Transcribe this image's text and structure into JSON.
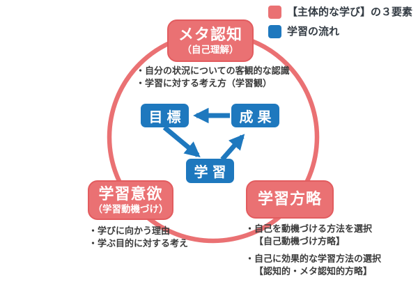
{
  "colors": {
    "red": "#EA7173",
    "redBorder": "#E25C5F",
    "blue": "#1E78BE",
    "ink": "#333B43",
    "note": "#3B3B3B"
  },
  "legend": {
    "items": [
      {
        "label": "【主体的な学び】の３要素",
        "swatch": "red-swatch"
      },
      {
        "label": "学習の流れ",
        "swatch": "blue-swatch"
      }
    ]
  },
  "nodes": {
    "metacognition": {
      "title": "メタ認知",
      "subtitle": "（自己理解）"
    },
    "motivation": {
      "title": "学習意欲",
      "subtitle": "（学習動機づけ）"
    },
    "strategy": {
      "title": "学習方略"
    }
  },
  "flow": {
    "goal": "目標",
    "result": "成果",
    "learning": "学習"
  },
  "notes": {
    "metacognition": [
      "・自分の状況についての客観的な認識",
      "・学習に対する考え方（学習観）"
    ],
    "motivation": [
      "・学びに向かう理由",
      "・学ぶ目的に対する考え"
    ],
    "strategy": [
      {
        "text": "・自己を動機づける方法を選択",
        "tag": "【自己動機づけ方略】"
      },
      {
        "text": "・自己に効果的な学習方法の選択",
        "tag": "【認知的・メタ認知的方略】"
      }
    ]
  }
}
